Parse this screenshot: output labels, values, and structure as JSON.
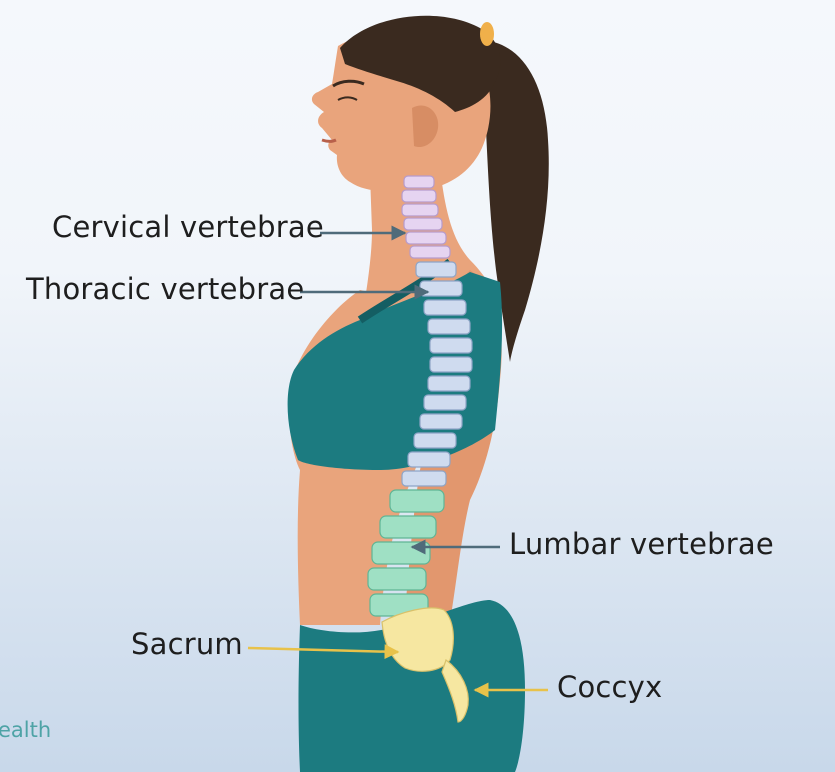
{
  "labels": {
    "cervical": "Cervical vertebrae",
    "thoracic": "Thoracic vertebrae",
    "lumbar": "Lumbar vertebrae",
    "sacrum": "Sacrum",
    "coccyx": "Coccyx"
  },
  "watermark": "ealth",
  "colors": {
    "background_top": "#f4f7fb",
    "background_bottom": "#c9d9ea",
    "skin": "#e9a47c",
    "skin_shadow": "#c97e58",
    "hair": "#3a2a1f",
    "hair_tie": "#f0b04a",
    "clothing": "#1c7b80",
    "clothing_dark": "#145e63",
    "cervical": "#e6d4f1",
    "thoracic": "#cfdbef",
    "lumbar": "#9fe0c4",
    "sacrum": "#f6e7a1",
    "pointer_gray": "#4f6b7a",
    "pointer_yellow": "#e8c24a"
  }
}
